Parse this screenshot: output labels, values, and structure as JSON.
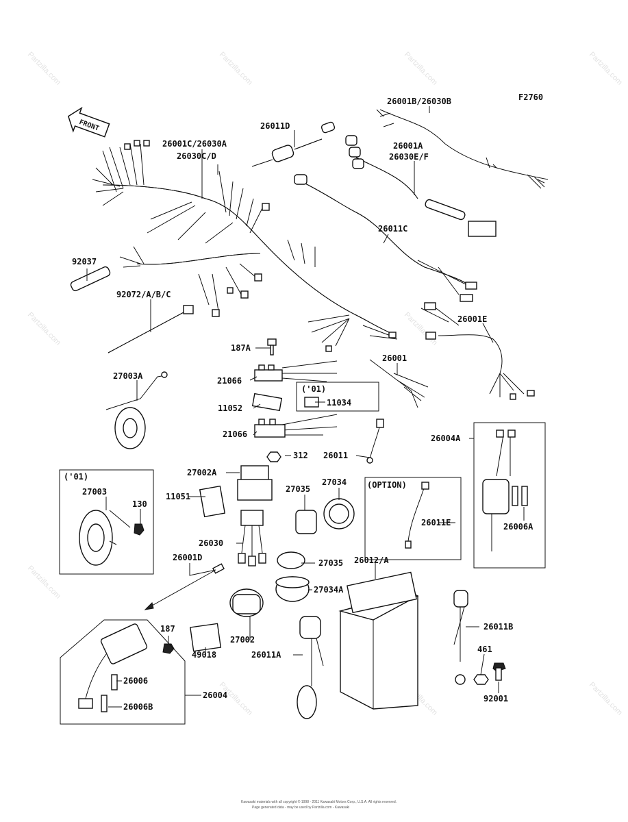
{
  "diagram_code": "F2760",
  "front_badge": "FRONT",
  "watermark": "Partzilla.com",
  "copyright_line1": "Kawasaki materials with all copyright © 1998 - 2011 Kawasaki Motors Corp., U.S.A. All rights reserved.",
  "copyright_line2": "Page generated data - may be used by Partzilla.com - Kawasaki",
  "labels": {
    "l26001B": "26001B/26030B",
    "l26011D": "26011D",
    "l26001C": "26001C/26030A",
    "l26030C": "26030C/D",
    "l26001A": "26001A",
    "l26030E": "26030E/F",
    "l26011C": "26011C",
    "l92037": "92037",
    "l92072": "92072/A/B/C",
    "l26001E": "26001E",
    "l187A": "187A",
    "l26001": "26001",
    "l27003A": "27003A",
    "l21066a": "21066",
    "l01a": "('01)",
    "l11034": "11034",
    "l11052": "11052",
    "l21066b": "21066",
    "l26004A": "26004A",
    "l312": "312",
    "l26011": "26011",
    "l27002A": "27002A",
    "l01b": "('01)",
    "l27003": "27003",
    "l130": "130",
    "l11051": "11051",
    "l27035a": "27035",
    "l27034": "27034",
    "lOption": "(OPTION)",
    "l26011E": "26011E",
    "l26006A": "26006A",
    "l26030": "26030",
    "l26001D": "26001D",
    "l27035b": "27035",
    "l26012": "26012/A",
    "l27034A": "27034A",
    "l27002": "27002",
    "l26011B": "26011B",
    "l187": "187",
    "l26011A": "26011A",
    "l461": "461",
    "l49018": "49018",
    "l26006": "26006",
    "l26004": "26004",
    "l26006B": "26006B",
    "l92001": "92001"
  }
}
